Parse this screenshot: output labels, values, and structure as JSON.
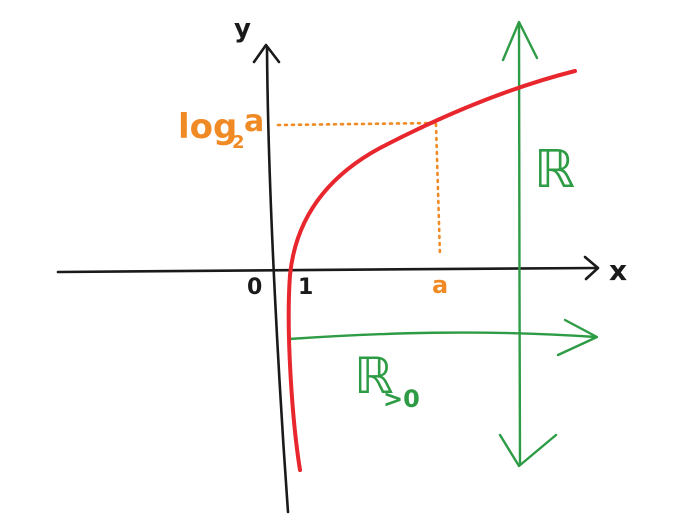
{
  "colors": {
    "axis": "#1a1a1a",
    "curve": "#e8262d",
    "guide": "#f08a24",
    "set": "#2e9b45"
  },
  "labels": {
    "y_axis": "y",
    "x_axis": "x",
    "origin": "0",
    "x_one": "1",
    "x_a": "a",
    "y_value": "log",
    "y_value_base": "2",
    "y_value_arg": "a",
    "range_set": "ℝ",
    "domain_set": "ℝ",
    "domain_set_sub": ">0"
  }
}
